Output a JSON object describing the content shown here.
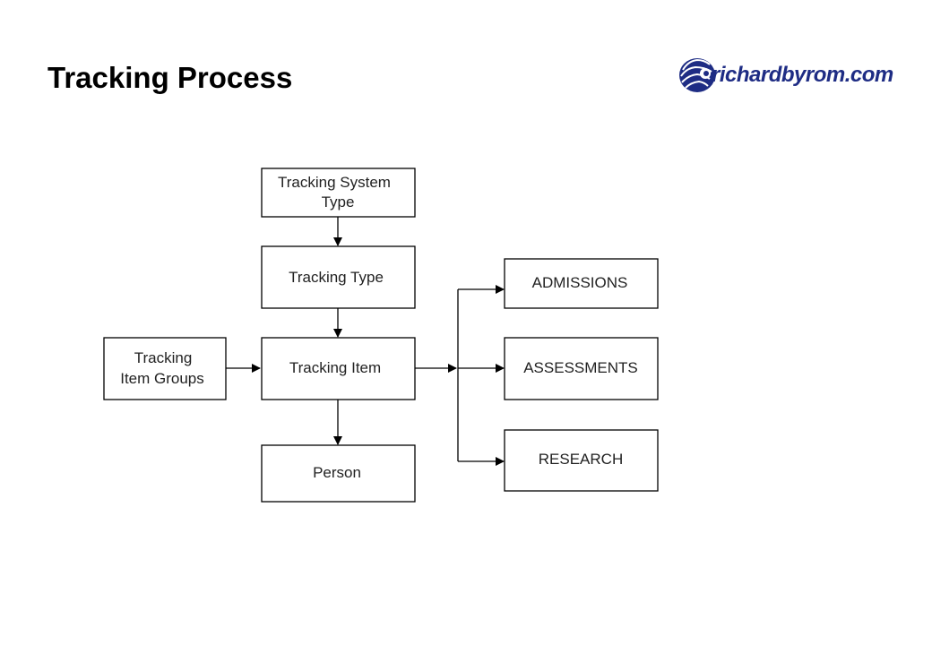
{
  "page": {
    "title": "Tracking Process",
    "logo_text": "richardbyrom.com",
    "logo_color": "#1e2c84"
  },
  "diagram": {
    "nodes": [
      {
        "id": "tracking-system-type",
        "lines": [
          "Tracking System",
          "Type"
        ]
      },
      {
        "id": "tracking-type",
        "lines": [
          "Tracking Type"
        ]
      },
      {
        "id": "tracking-item",
        "lines": [
          "Tracking Item"
        ]
      },
      {
        "id": "tracking-item-groups",
        "lines": [
          "Tracking",
          "Item Groups"
        ]
      },
      {
        "id": "person",
        "lines": [
          "Person"
        ]
      },
      {
        "id": "admissions",
        "lines": [
          "ADMISSIONS"
        ]
      },
      {
        "id": "assessments",
        "lines": [
          "ASSESSMENTS"
        ]
      },
      {
        "id": "research",
        "lines": [
          "RESEARCH"
        ]
      }
    ],
    "edges": [
      {
        "from": "tracking-system-type",
        "to": "tracking-type"
      },
      {
        "from": "tracking-type",
        "to": "tracking-item"
      },
      {
        "from": "tracking-item-groups",
        "to": "tracking-item"
      },
      {
        "from": "tracking-item",
        "to": "person"
      },
      {
        "from": "tracking-item",
        "to": "admissions"
      },
      {
        "from": "tracking-item",
        "to": "assessments"
      },
      {
        "from": "tracking-item",
        "to": "research"
      }
    ]
  }
}
